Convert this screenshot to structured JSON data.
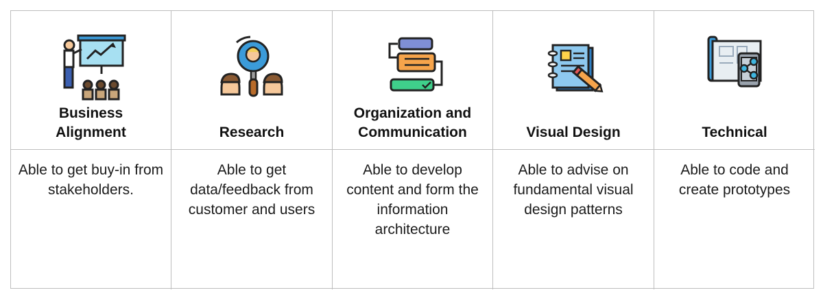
{
  "columns": [
    {
      "title_line1": "Business",
      "title_line2": "Alignment",
      "icon": "presentation-icon",
      "description": "Able to get buy-in from stakeholders."
    },
    {
      "title_line1": "",
      "title_line2": "Research",
      "icon": "user-search-icon",
      "description": "Able to get data/feedback from customer and users"
    },
    {
      "title_line1": "Organization and",
      "title_line2": "Communication",
      "icon": "flowchart-icon",
      "description": "Able to develop content and form the information architecture"
    },
    {
      "title_line1": "",
      "title_line2": "Visual Design",
      "icon": "notebook-pencil-icon",
      "description": "Able to advise on fundamental visual design patterns"
    },
    {
      "title_line1": "",
      "title_line2": "Technical",
      "icon": "blueprint-device-icon",
      "description": "Able to code and create prototypes"
    }
  ],
  "colors": {
    "border": "#bdbdbd",
    "blue": "#3b9bd9",
    "orange": "#f6a44b",
    "green": "#3fd08b",
    "purple": "#7f8fd6",
    "yellow": "#ffd24a"
  }
}
